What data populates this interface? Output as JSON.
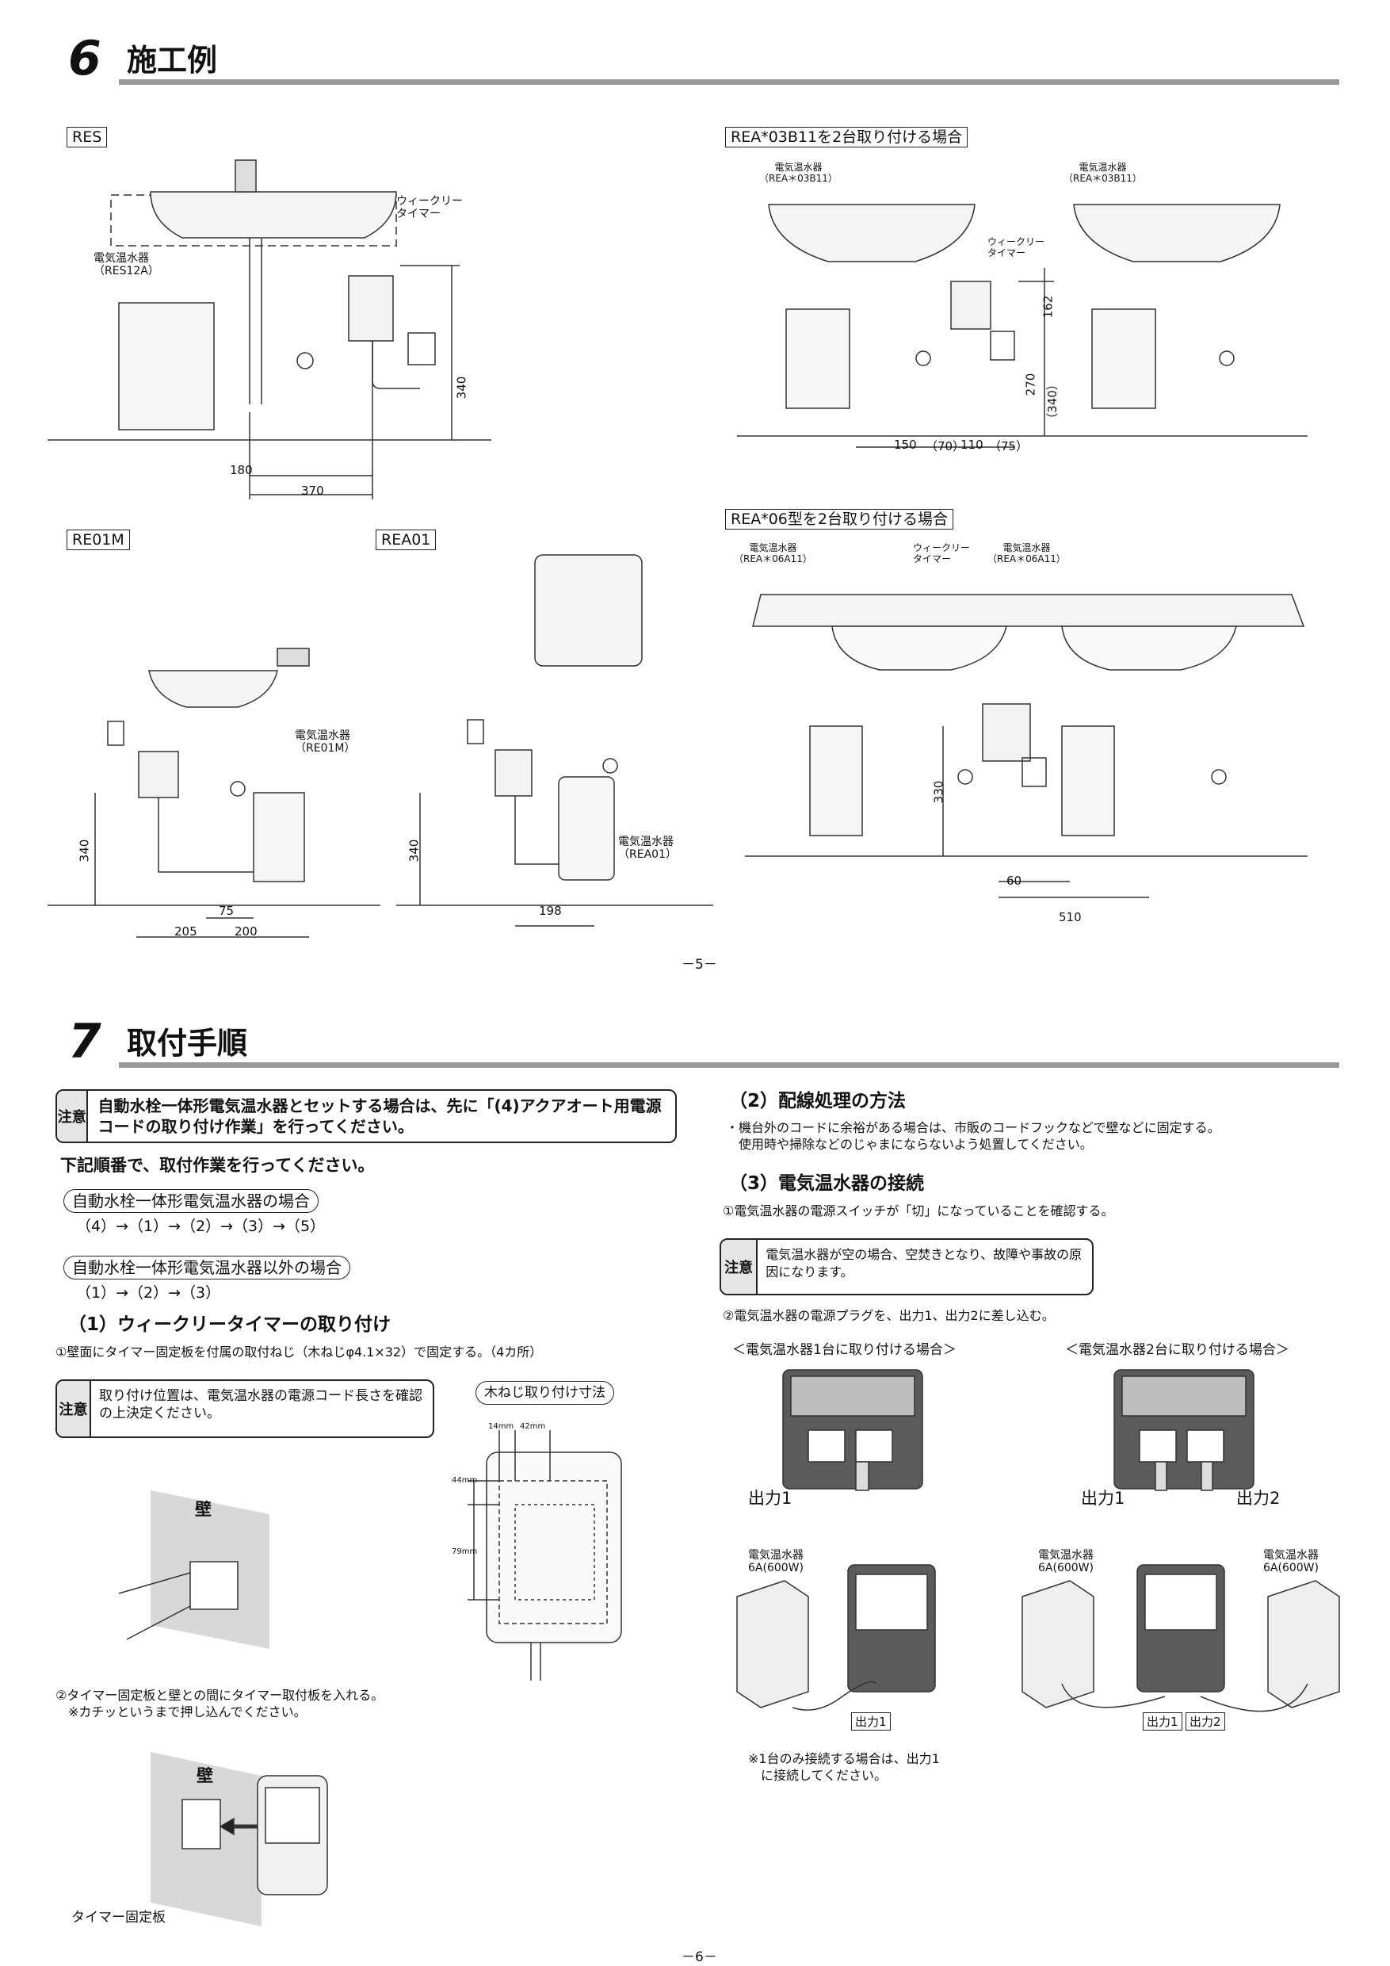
{
  "sec6": {
    "num": "6",
    "title": "施工例"
  },
  "sec7": {
    "num": "7",
    "title": "取付手順"
  },
  "res": {
    "label": "RES",
    "timer": "ウィークリー\nタイマー",
    "heater": "電気温水器\n（RES12A）",
    "d340": "340",
    "d180": "180",
    "d370": "370"
  },
  "rea03": {
    "label": "REA*03B11を2台取り付ける場合",
    "heater_l": "電気温水器\n（REA＊03B11）",
    "heater_r": "電気温水器\n（REA＊03B11）",
    "timer": "ウィークリー\nタイマー",
    "d162": "162",
    "d270": "270",
    "d340": "（340）",
    "d150": "150",
    "d70": "（70）",
    "d110": "110",
    "d75": "（75）"
  },
  "re01m": {
    "label": "RE01M",
    "heater": "電気温水器\n（RE01M）",
    "d340": "340",
    "d75": "75",
    "d205": "205",
    "d200": "200"
  },
  "rea01": {
    "label": "REA01",
    "heater": "電気温水器\n（REA01）",
    "d340": "340",
    "d198": "198"
  },
  "rea06": {
    "label": "REA*06型を2台取り付ける場合",
    "heater_l": "電気温水器\n（REA＊06A11）",
    "timer": "ウィークリー\nタイマー",
    "heater_r": "電気温水器\n（REA＊06A11）",
    "d330": "330",
    "d60": "60",
    "d510": "510"
  },
  "page5": "－5－",
  "page6": "－6－",
  "caution_tag": "注意",
  "note1": "自動水栓一体形電気温水器とセットする場合は、先に「(4)アクアオート用電源コードの取り付け作業」を行ってください。",
  "order_intro": "下記順番で、取付作業を行ってください。",
  "case1": "自動水栓一体形電気温水器の場合",
  "case1_steps": "（4）→（1）→（2）→（3）→（5）",
  "case2": "自動水栓一体形電気温水器以外の場合",
  "case2_steps": "（1）→（2）→（3）",
  "step1_title": "（1）ウィークリータイマーの取り付け",
  "step1_text": "①壁面にタイマー固定板を付属の取付ねじ（木ねじφ4.1×32）で固定する。（4カ所）",
  "note2": "取り付け位置は、電気温水器の電源コード長さを確認の上決定ください。",
  "screw_title": "木ねじ取り付け寸法",
  "screw_d14": "14mm",
  "screw_d42": "42mm",
  "screw_d44": "44mm",
  "screw_d79": "79mm",
  "wall": "壁",
  "step1_text2": "②タイマー固定板と壁との間にタイマー取付板を入れる。\n　※カチッというまで押し込んでください。",
  "wall2": "壁",
  "timer_plate": "タイマー固定板",
  "step2_title": "（2）配線処理の方法",
  "step2_text": "・機台外のコードに余裕がある場合は、市販のコードフックなどで壁などに固定する。\n　使用時や掃除などのじゃまにならないよう処置してください。",
  "step3_title": "（3）電気温水器の接続",
  "step3_text1": "①電気温水器の電源スイッチが「切」になっていることを確認する。",
  "note3": "電気温水器が空の場合、空焚きとなり、故障や事故の原因になります。",
  "step3_text2": "②電気温水器の電源プラグを、出力1、出力2に差し込む。",
  "one_unit": "＜電気温水器1台に取り付ける場合＞",
  "two_unit": "＜電気温水器2台に取り付ける場合＞",
  "out1": "出力1",
  "out1b": "出力1",
  "out2": "出力2",
  "heater6a_1": "電気温水器\n6A(600W)",
  "heater6a_2": "電気温水器\n6A(600W)",
  "heater6a_3": "電気温水器\n6A(600W)",
  "out1_tag": "出力1",
  "out1_tag2": "出力1",
  "out2_tag": "出力2",
  "one_note": "※1台のみ接続する場合は、出力1\n　に接続してください。"
}
